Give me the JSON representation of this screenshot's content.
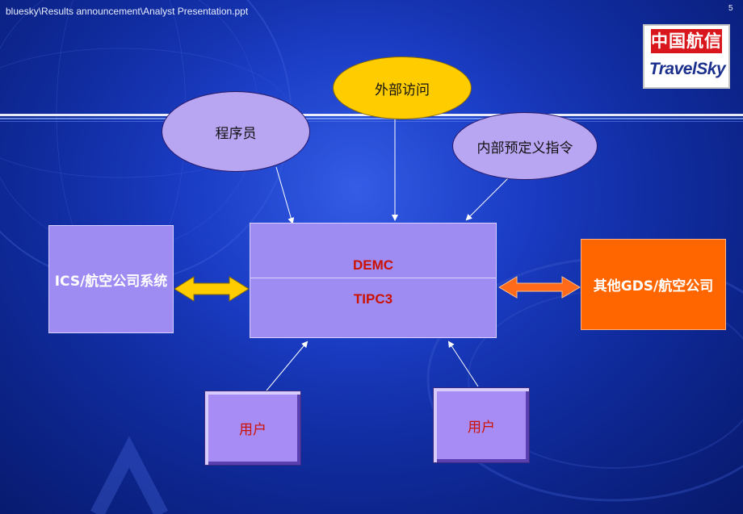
{
  "header": {
    "file_path": "bluesky\\Results announcement\\Analyst Presentation.ppt",
    "page_number": "5"
  },
  "logo": {
    "cn_text": "中国航信",
    "en_text": "TravelSky"
  },
  "nodes": {
    "external_access": "外部访问",
    "programmer": "程序员",
    "internal_commands": "内部预定义指令",
    "ics_system": "ICS/航空公司系统",
    "demc": "DEMC",
    "tipc3": "TIPC3",
    "other_gds": "其他GDS/航空公司",
    "user_left": "用户",
    "user_right": "用户"
  },
  "colors": {
    "background": "#1a3cc4",
    "ellipse_purple": "#b9a6f2",
    "ellipse_yellow": "#ffcc00",
    "box_purple": "#9e8cf2",
    "box_orange": "#ff6600",
    "arrow_yellow": "#ffcc00",
    "arrow_orange": "#ff6a1a",
    "demc_text": "#cc1100"
  }
}
